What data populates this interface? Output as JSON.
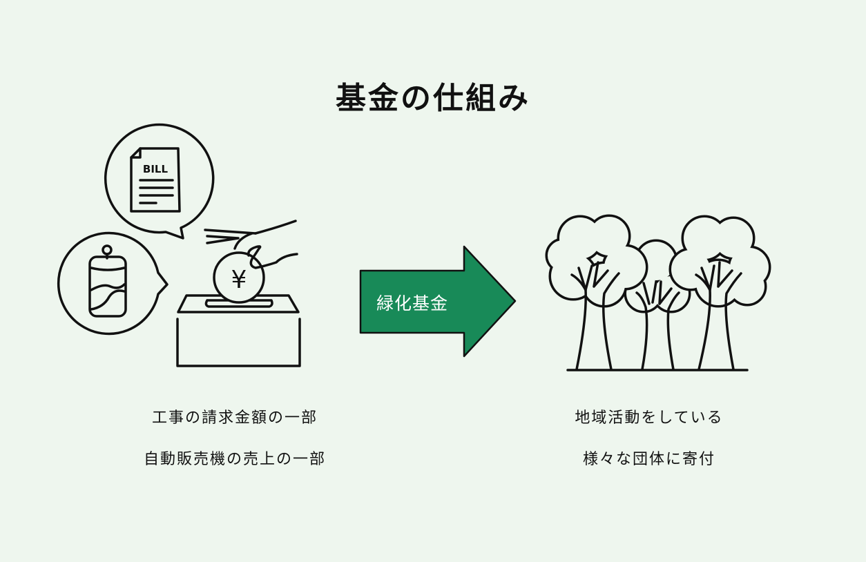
{
  "title": "基金の仕組み",
  "left": {
    "bill_text": "BILL",
    "yen_symbol": "¥",
    "captions": [
      "工事の請求金額の一部",
      "自動販売機の売上の一部"
    ]
  },
  "arrow": {
    "label": "緑化基金",
    "color": "#188a58"
  },
  "right": {
    "captions": [
      "地域活動をしている",
      "様々な団体に寄付"
    ]
  },
  "colors": {
    "background": "#eef6ee",
    "line": "#111111"
  }
}
